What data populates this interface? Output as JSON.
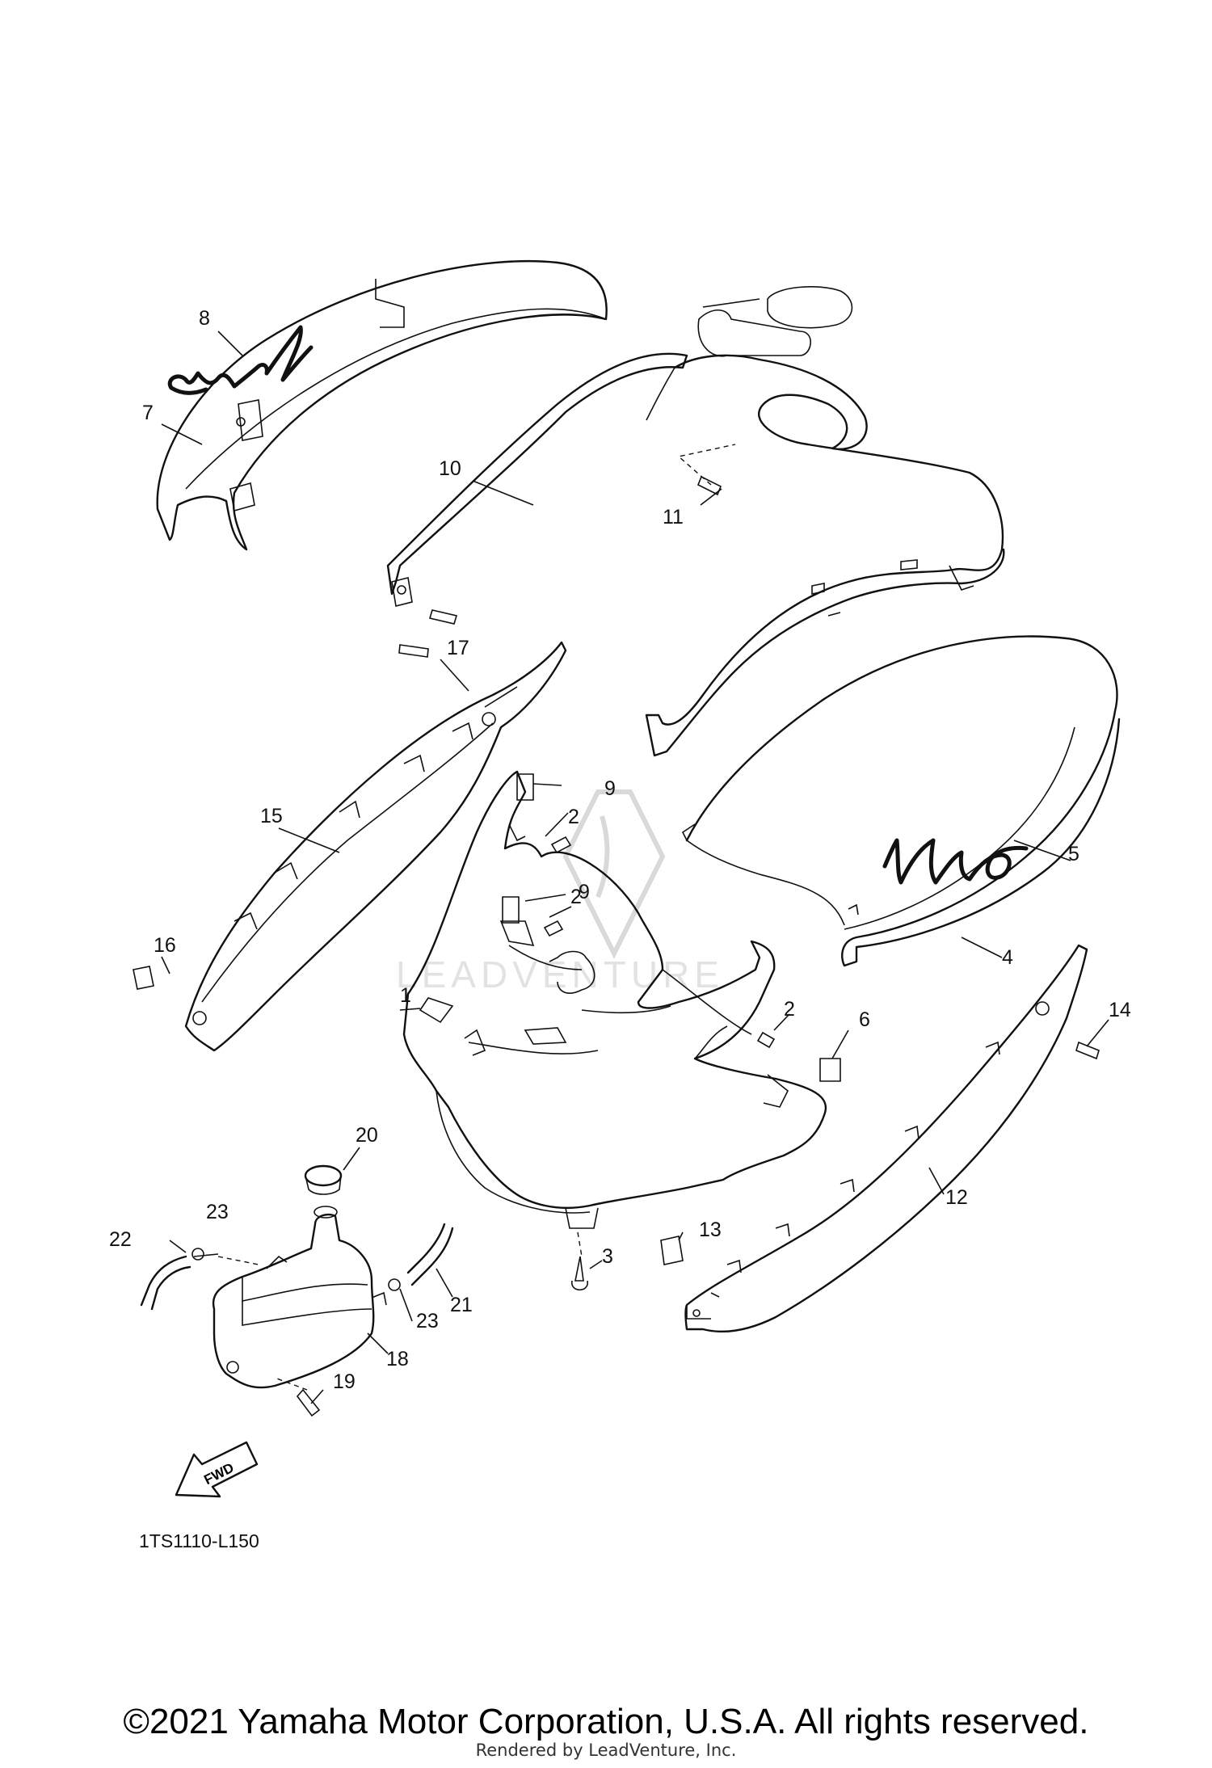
{
  "diagram": {
    "code": "1TS1110-L150",
    "fwd_label": "FWD",
    "wordmark": "VINO",
    "callouts": [
      "1",
      "2",
      "2",
      "2",
      "3",
      "4",
      "5",
      "6",
      "7",
      "8",
      "9",
      "9",
      "10",
      "11",
      "12",
      "13",
      "14",
      "15",
      "16",
      "17",
      "18",
      "19",
      "20",
      "21",
      "22",
      "23",
      "23"
    ]
  },
  "footer": {
    "copyright": "©2021 Yamaha Motor Corporation, U.S.A. All rights reserved.",
    "rendered_by": "Rendered by LeadVenture, Inc."
  },
  "watermark": {
    "text": "LEADVENTURE"
  },
  "colors": {
    "line": "#111111",
    "background": "#ffffff",
    "watermark": "#d9d9d9"
  }
}
